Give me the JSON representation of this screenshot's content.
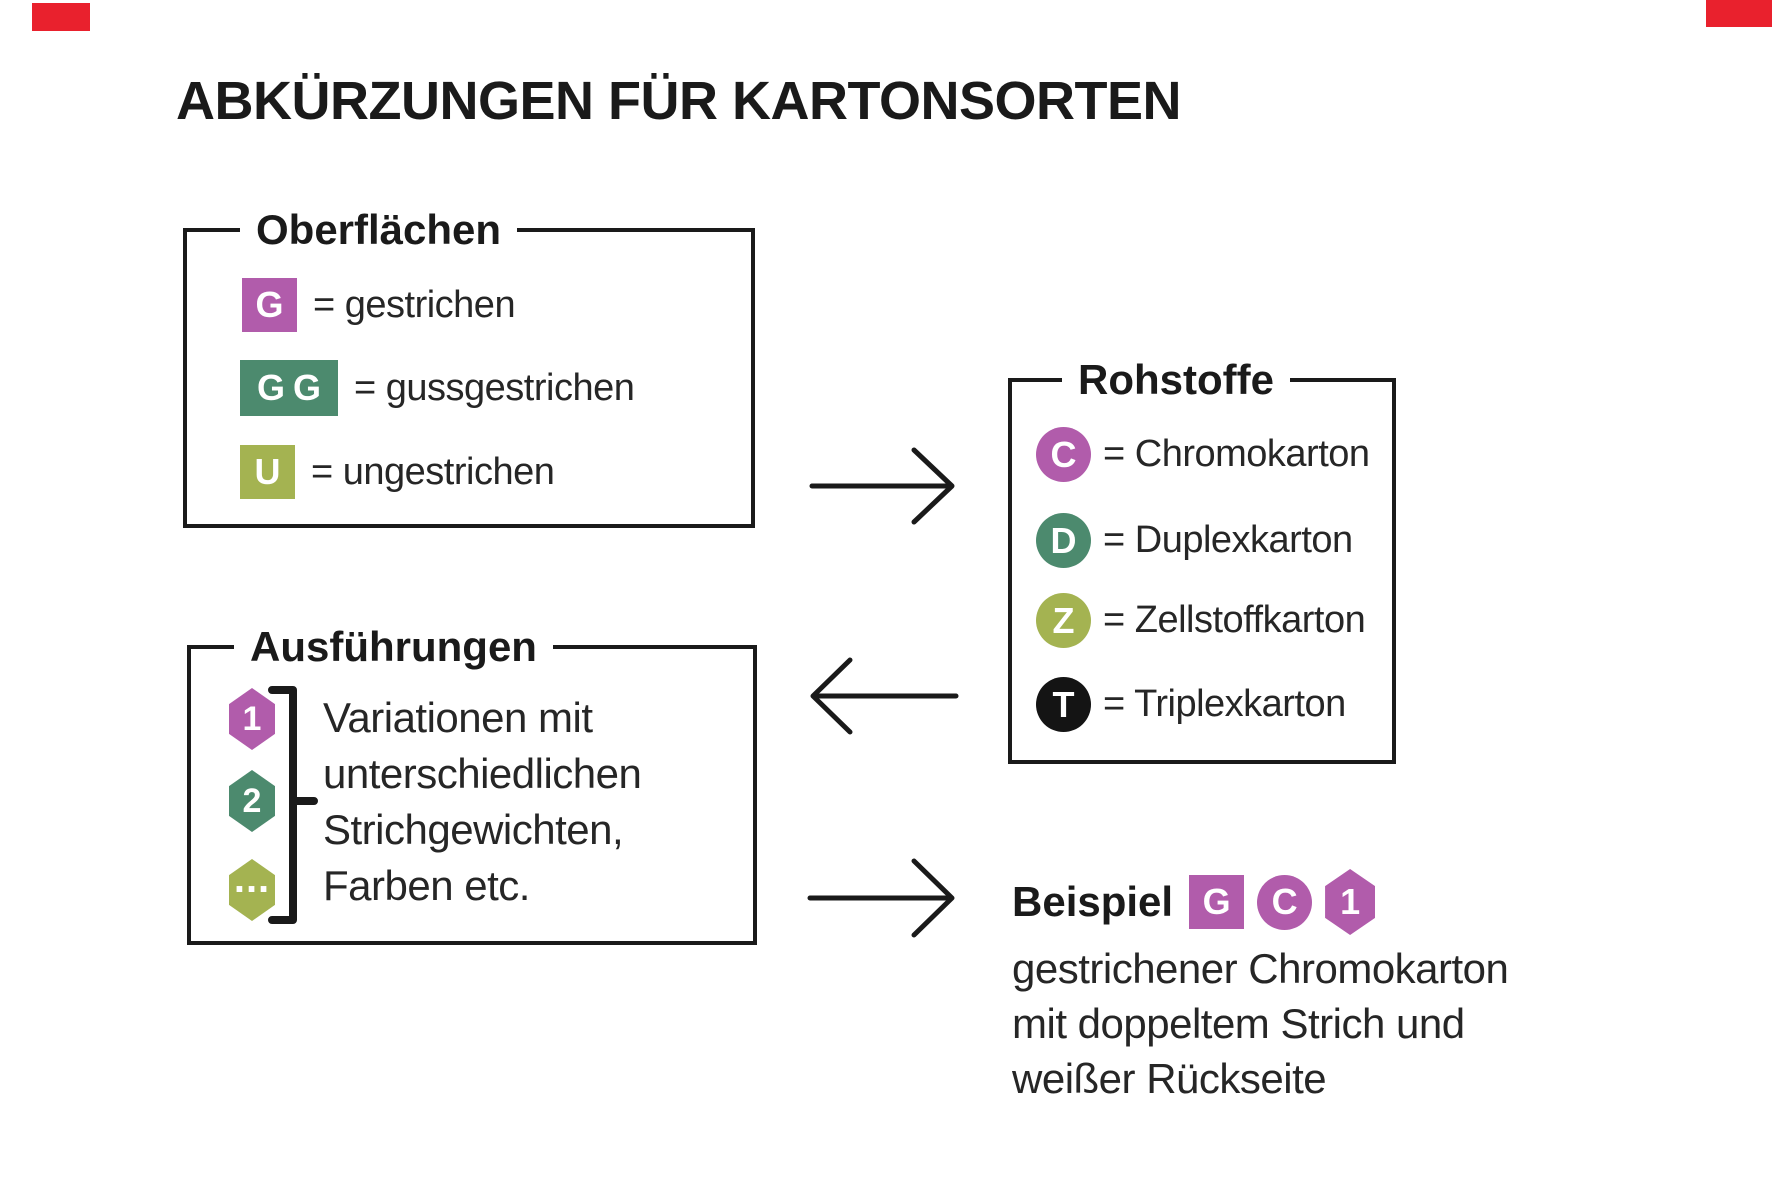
{
  "colors": {
    "ink": "#1a1a1a",
    "text": "#262626",
    "red": "#e9212d",
    "purple": "#b15cab",
    "green": "#4c8a6e",
    "olive": "#a4b351",
    "black": "#141414"
  },
  "title": "ABKÜRZUNGEN FÜR KARTONSORTEN",
  "oberflaechen": {
    "label": "Oberflächen",
    "items": [
      {
        "badge": "G",
        "text": "= gestrichen",
        "color": "#b15cab"
      },
      {
        "badge": "GG",
        "text": "= gussgestrichen",
        "color": "#4c8a6e"
      },
      {
        "badge": "U",
        "text": "= ungestrichen",
        "color": "#a4b351"
      }
    ]
  },
  "rohstoffe": {
    "label": "Rohstoffe",
    "items": [
      {
        "badge": "C",
        "text": "= Chromokarton",
        "color": "#b15cab"
      },
      {
        "badge": "D",
        "text": "= Duplexkarton",
        "color": "#4c8a6e"
      },
      {
        "badge": "Z",
        "text": "= Zellstoffkarton",
        "color": "#a4b351"
      },
      {
        "badge": "T",
        "text": "= Triplexkarton",
        "color": "#141414"
      }
    ]
  },
  "ausfuehrungen": {
    "label": "Ausführungen",
    "hexagons": [
      {
        "badge": "1",
        "color": "#b15cab"
      },
      {
        "badge": "2",
        "color": "#4c8a6e"
      },
      {
        "badge": "...",
        "color": "#a4b351"
      }
    ],
    "description": [
      "Variationen mit",
      "unterschiedlichen",
      "Strichgewichten,",
      "Farben etc."
    ]
  },
  "beispiel": {
    "label": "Beispiel",
    "badges": [
      {
        "badge": "G",
        "shape": "square",
        "color": "#b15cab"
      },
      {
        "badge": "C",
        "shape": "circle",
        "color": "#b15cab"
      },
      {
        "badge": "1",
        "shape": "hexagon",
        "color": "#b15cab"
      }
    ],
    "description": [
      "gestrichener Chromokarton",
      "mit doppeltem Strich und",
      "weißer Rückseite"
    ]
  }
}
